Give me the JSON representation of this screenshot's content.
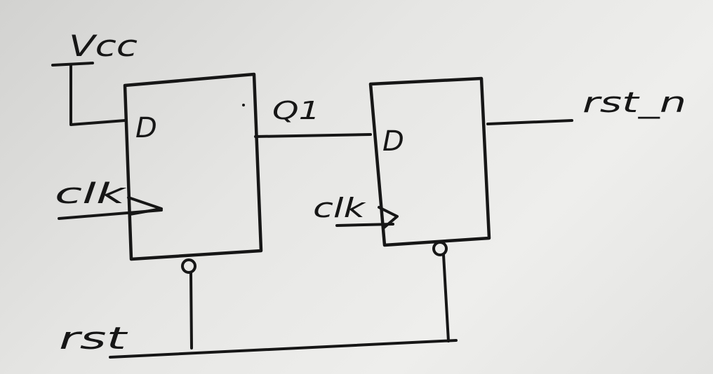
{
  "labels": {
    "vcc": "Vcc",
    "clk_1": "clk",
    "clk_2": "clk",
    "d_1": "D",
    "d_2": "D",
    "q1": "Q1",
    "rst": "rst",
    "rst_n": "rst_n"
  }
}
